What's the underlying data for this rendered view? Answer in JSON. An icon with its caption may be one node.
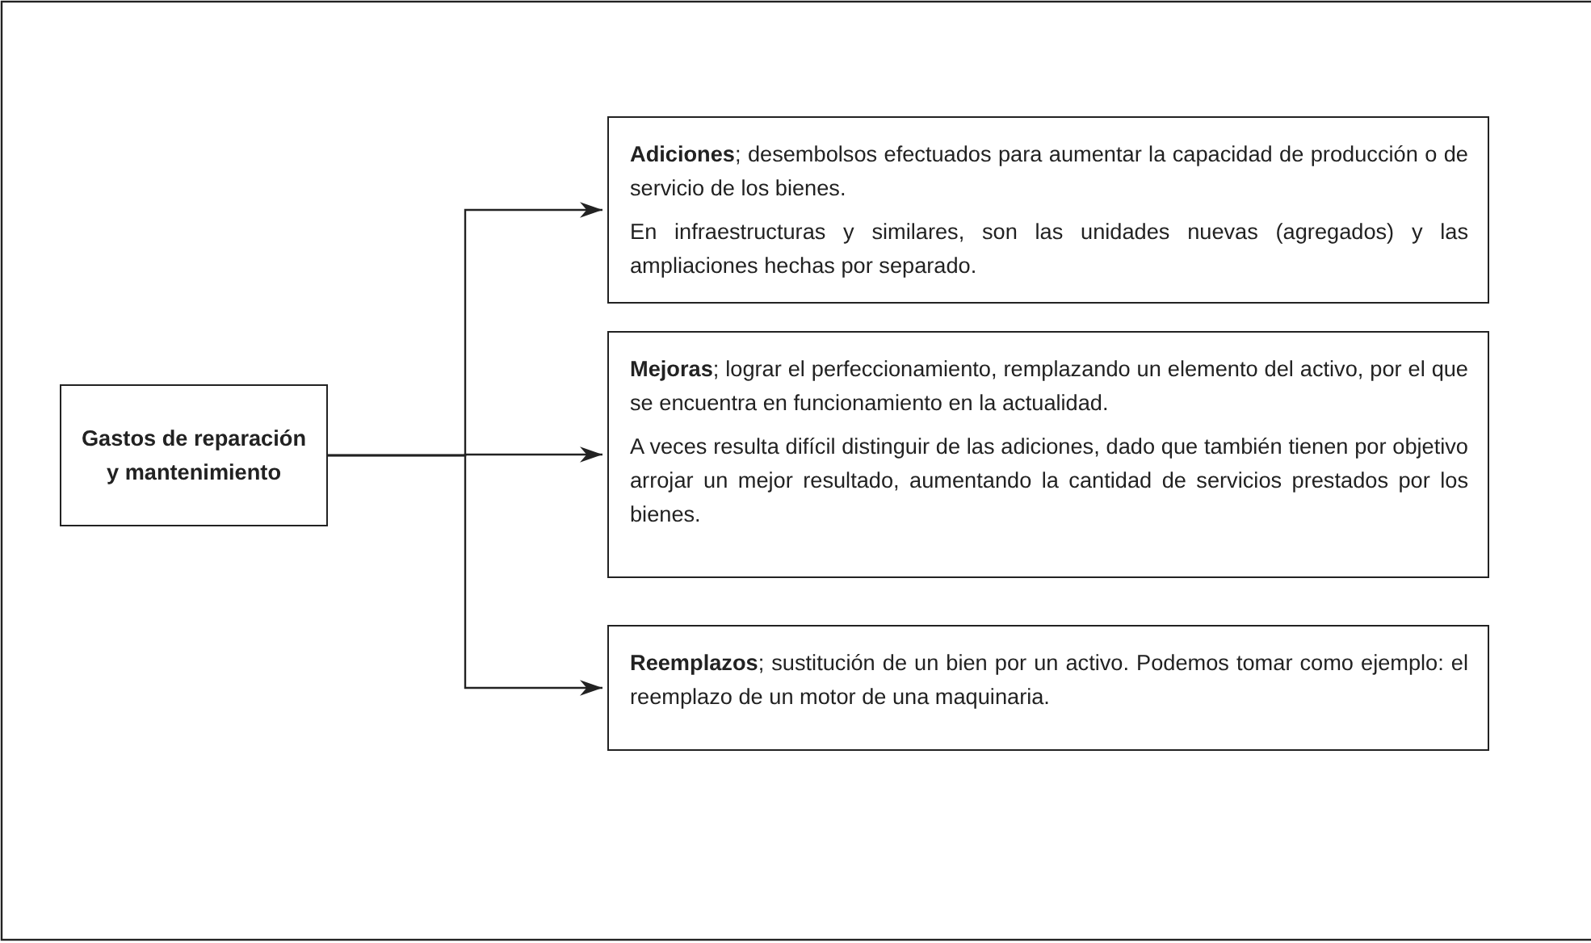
{
  "diagram": {
    "nodes": [
      {
        "text": [
          "Gastos de reparación y mantenimiento"
        ]
      },
      {
        "text": [
          "**Adiciones**; desembolsos efectuados para aumentar la capacidad de producción o de servicio de los bienes.",
          "En infraestructuras y similares, son las unidades nuevas (agregados) y las ampliaciones hechas por separado."
        ]
      },
      {
        "text": [
          "**Mejoras**;  lograr el perfeccionamiento, remplazando un elemento del activo, por el que se encuentra en funcionamiento en la actualidad.",
          "A veces resulta difícil distinguir de las adiciones, dado que también tienen por objetivo arrojar un mejor resultado, aumentando la cantidad de servicios prestados por los bienes."
        ]
      },
      {
        "text": [
          "**Reemplazos**; sustitución de un bien por un activo. Podemos tomar como ejemplo: el reemplazo de un motor de una maquinaria."
        ]
      }
    ],
    "edges": [
      {
        "from": 0,
        "to": 1,
        "arrow": "to"
      },
      {
        "from": 0,
        "to": 2,
        "arrow": "to"
      },
      {
        "from": 0,
        "to": 3,
        "arrow": "to"
      }
    ]
  }
}
